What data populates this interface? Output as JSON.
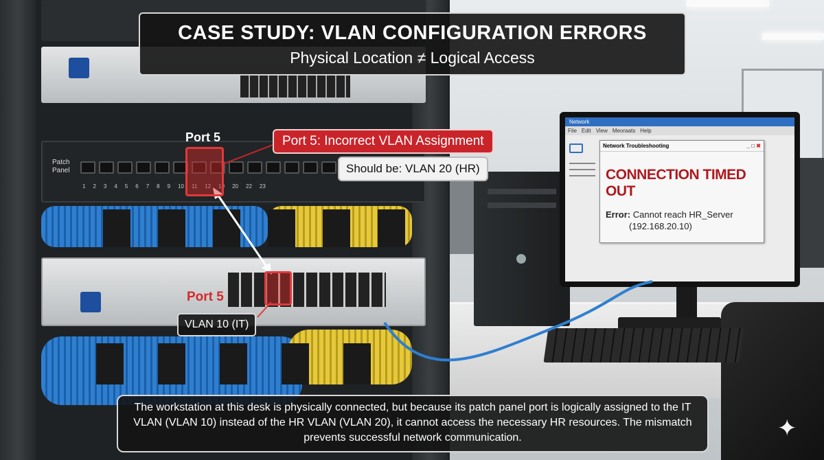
{
  "title": {
    "heading": "CASE STUDY: VLAN CONFIGURATION ERRORS",
    "subheading": "Physical Location ≠ Logical Access"
  },
  "rack": {
    "patch_panel_label": "Patch Panel",
    "patch_port_numbers": [
      "1",
      "2",
      "3",
      "4",
      "5",
      "6",
      "7",
      "8",
      "9",
      "10",
      "11",
      "12",
      "19",
      "20",
      "22",
      "23"
    ],
    "patch_port_label": "Port 5",
    "switch_port_label": "Port 5",
    "switch_vlan_label": "VLAN 10 (IT)"
  },
  "callouts": {
    "incorrect": "Port 5: Incorrect VLAN Assignment",
    "should_be": "Should be: VLAN 20 (HR)"
  },
  "monitor": {
    "app_title": "Network",
    "menu": [
      "File",
      "Edit",
      "View",
      "Meoraats",
      "Help"
    ],
    "dialog_title": "Network Troubleshooting",
    "error_heading": "CONNECTION TIMED OUT",
    "error_label": "Error:",
    "error_text": "Cannot reach HR_Server",
    "error_ip": "(192.168.20.10)"
  },
  "caption": "The workstation at this desk is physically connected, but because its patch panel port is logically assigned to the IT VLAN (VLAN 10) instead of the HR VLAN (VLAN 20), it cannot access the necessary HR resources. The mismatch prevents successful network communication.",
  "colors": {
    "accent_red": "#c8242a",
    "blue_cable": "#2f7fd0",
    "yellow_cable": "#e6c93a"
  }
}
